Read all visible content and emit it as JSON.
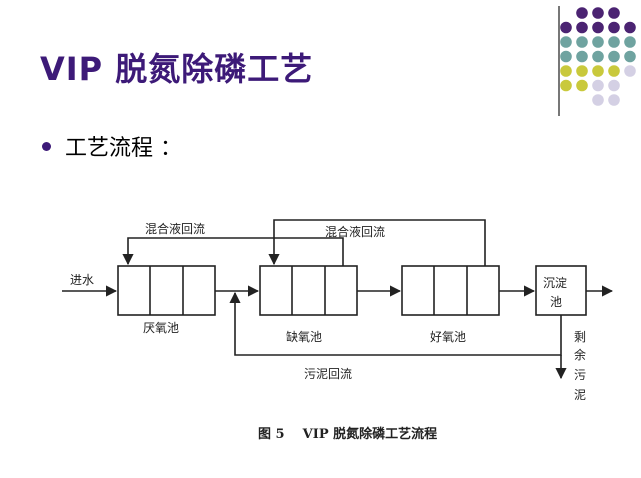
{
  "slide": {
    "title": "VIP 脱氮除磷工艺",
    "bullet": "工艺流程 ："
  },
  "colors": {
    "title": "#3d1a78",
    "dot_purple": "#4b2372",
    "dot_teal": "#6fa3a0",
    "dot_yellow": "#c9c93c",
    "dot_lavender": "#d4d0e4",
    "line": "#222222"
  },
  "diagram": {
    "inlet_label": "进水",
    "recycle_label_1": "混合液回流",
    "recycle_label_2": "混合液回流",
    "tank_anaerobic": "厌氧池",
    "tank_anoxic": "缺氧池",
    "tank_aerobic": "好氧池",
    "clarifier_line1": "沉淀",
    "clarifier_line2": "池",
    "sludge_return_label": "污泥回流",
    "excess_sludge": [
      "剩",
      "余",
      "污",
      "泥"
    ],
    "caption": "图 5    VIP 脱氮除磷工艺流程"
  }
}
